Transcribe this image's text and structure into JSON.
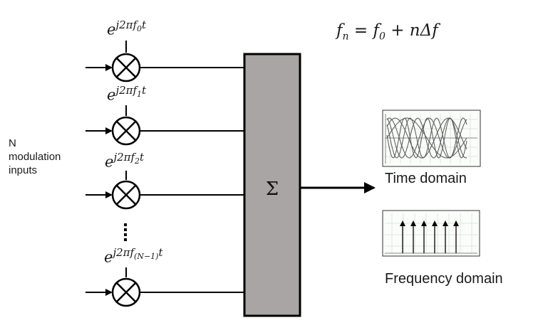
{
  "modulation_label": {
    "line1": "N",
    "line2": "modulation",
    "line3": "inputs"
  },
  "formula": {
    "lhs": "f",
    "lhs_sub": "n",
    "eq": " = ",
    "f0": "f",
    "f0_sub": "0",
    "plus": " + n",
    "delta": "Δf"
  },
  "mixers": [
    {
      "base": "e",
      "exp": "j2πf",
      "sub": "0",
      "t": "t"
    },
    {
      "base": "e",
      "exp": "j2πf",
      "sub": "1",
      "t": "t"
    },
    {
      "base": "e",
      "exp": "j2πf",
      "sub": "2",
      "t": "t"
    },
    {
      "base": "e",
      "exp": "j2πf",
      "sub": "(N−1)",
      "t": "t"
    }
  ],
  "summer_symbol": "Σ",
  "outputs": {
    "time_domain": "Time domain",
    "frequency_domain": "Frequency domain"
  },
  "colors": {
    "summer_fill": "#aaa5a5",
    "line": "#000000",
    "thumb_grid": "#dde6dd"
  }
}
